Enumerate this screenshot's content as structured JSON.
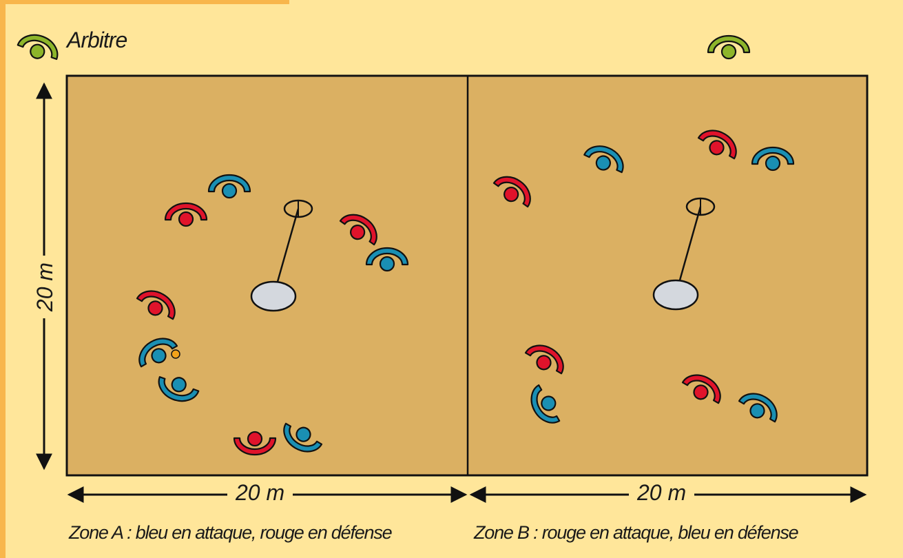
{
  "referee": {
    "label": "Arbitre"
  },
  "dimensions": {
    "height": "20 m",
    "width_a": "20 m",
    "width_b": "20 m"
  },
  "captions": {
    "zone_a": "Zone A : bleu en attaque, rouge en défense",
    "zone_b": "Zone B : rouge en attaque, bleu en défense"
  },
  "colors": {
    "background": "#ffe69a",
    "field": "#dbb062",
    "red_team": "#e0132b",
    "blue_team": "#1a8fb3",
    "referee": "#8db52a",
    "target_base": "#d4d8de",
    "ball": "#f2a21a"
  }
}
